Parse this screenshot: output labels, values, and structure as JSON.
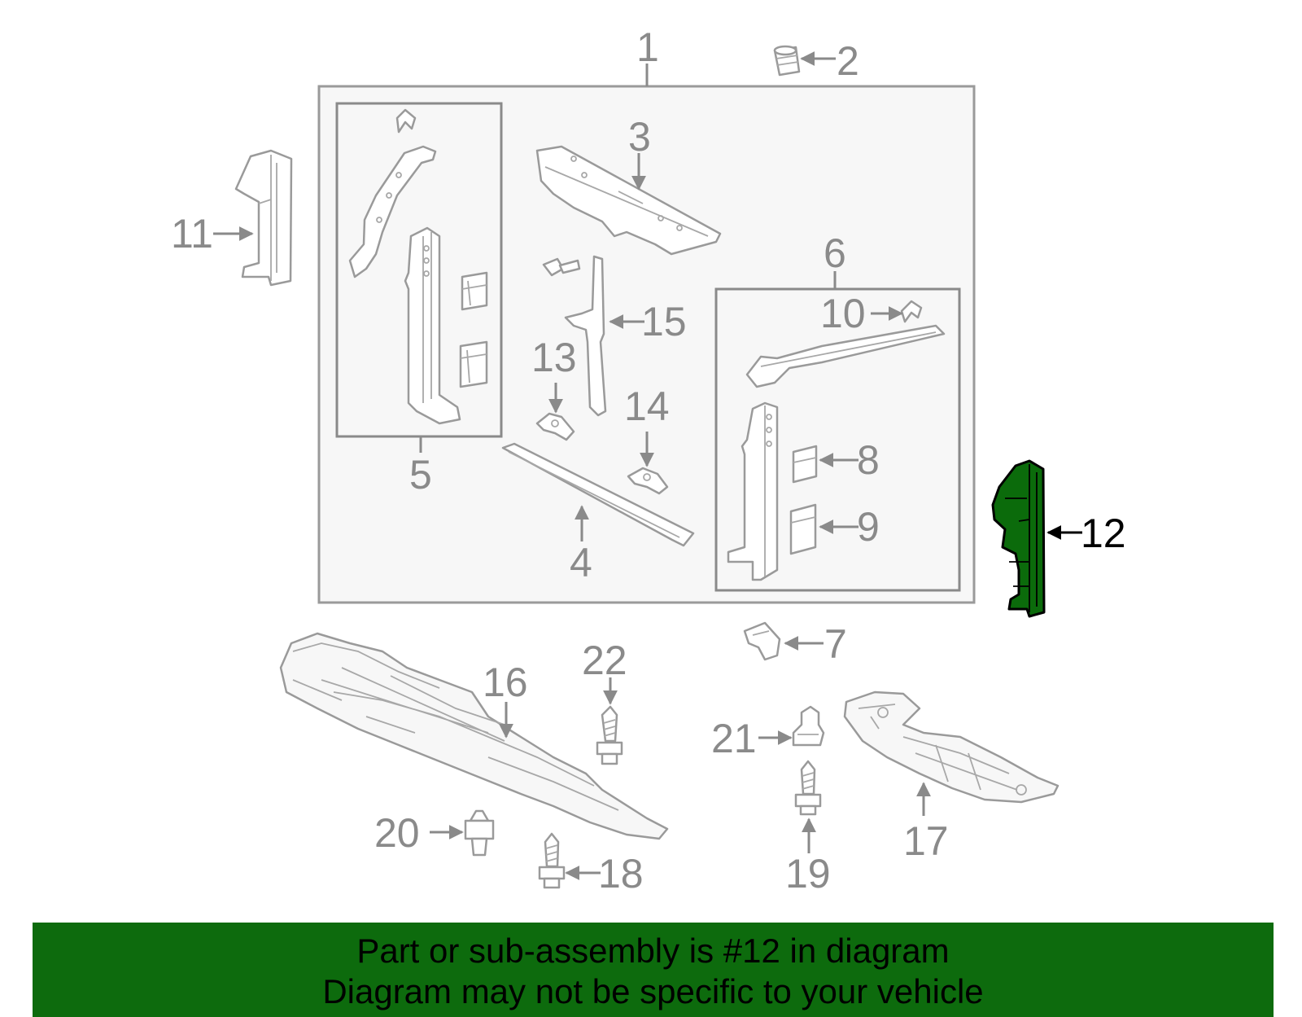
{
  "callouts": {
    "c1": "1",
    "c2": "2",
    "c3": "3",
    "c4": "4",
    "c5": "5",
    "c6": "6",
    "c7": "7",
    "c8": "8",
    "c9": "9",
    "c10": "10",
    "c11": "11",
    "c12": "12",
    "c13": "13",
    "c14": "14",
    "c15": "15",
    "c16": "16",
    "c17": "17",
    "c18": "18",
    "c19": "19",
    "c20": "20",
    "c21": "21",
    "c22": "22"
  },
  "highlighted_part": "12",
  "banner": {
    "line1": "Part or sub-assembly is #12 in diagram",
    "line2": "Diagram may not be specific to your vehicle"
  },
  "colors": {
    "highlight": "#0b6b0b",
    "banner": "#0d6b0d",
    "line": "#8a8a8a"
  }
}
